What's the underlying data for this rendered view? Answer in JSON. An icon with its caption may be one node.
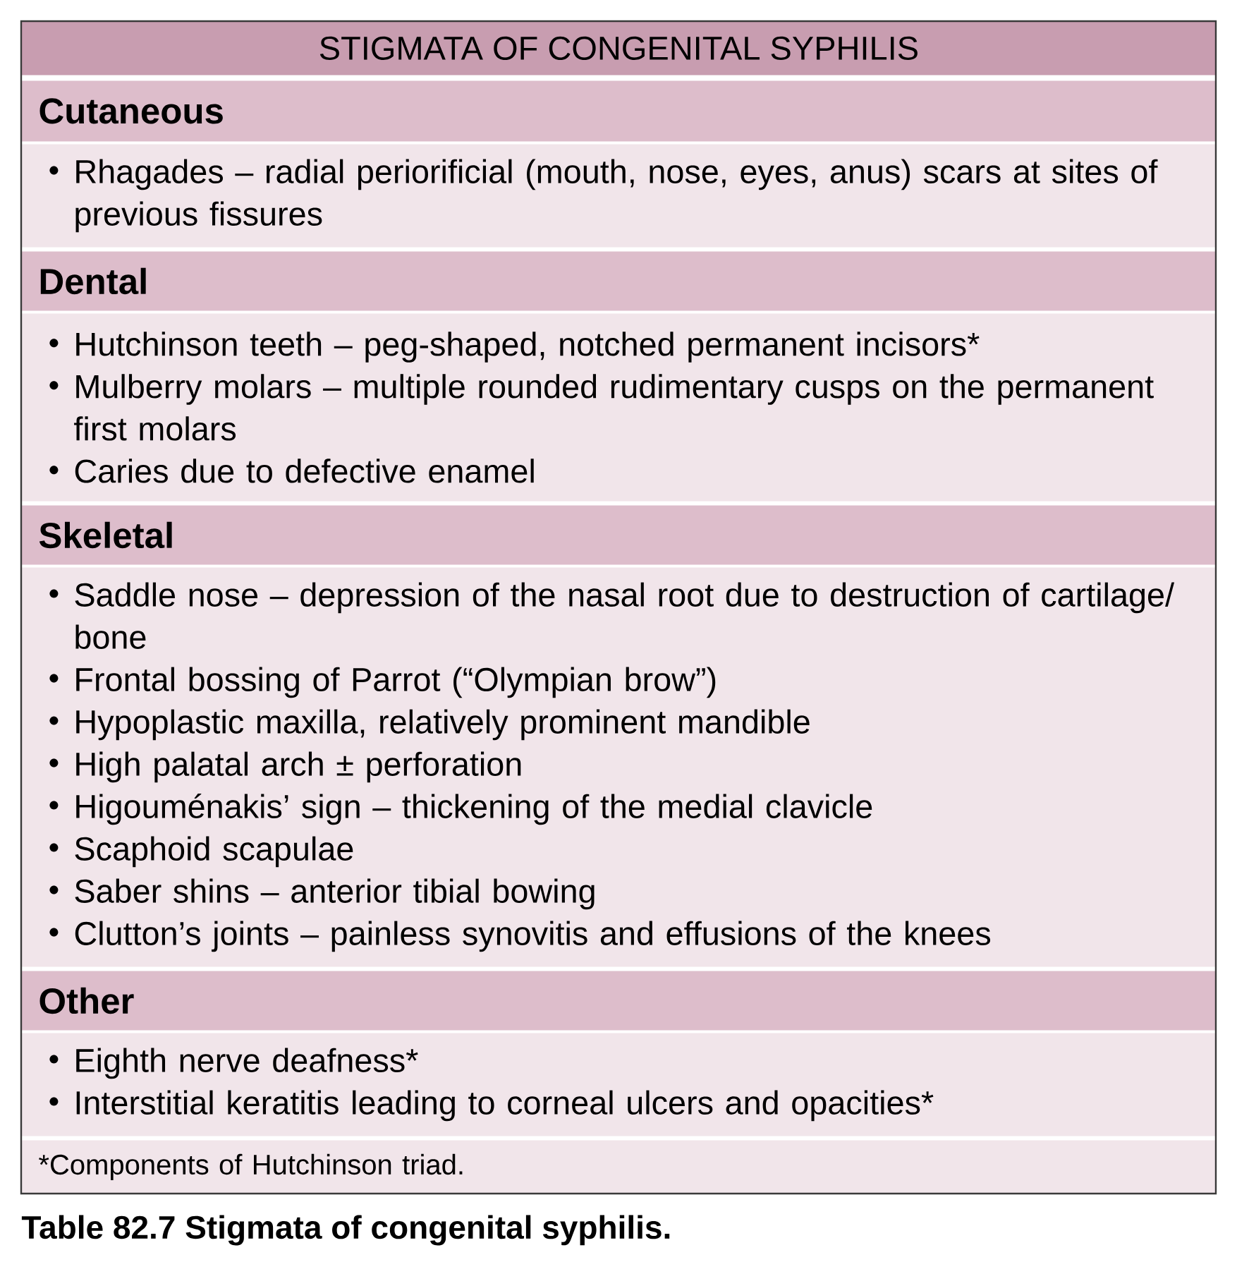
{
  "diagram": {
    "title": "STIGMATA OF CONGENITAL SYPHILIS",
    "nodes": [
      {
        "text": [
          "Cutaneous"
        ]
      },
      {
        "text": [
          "Rhagades – radial periorificial (mouth, nose, eyes, anus) scars at sites of previous fissures"
        ]
      },
      {
        "text": [
          "Dental"
        ]
      },
      {
        "text": [
          "Hutchinson teeth – peg-shaped, notched permanent incisors*",
          "Mulberry molars – multiple rounded rudimentary cusps on the permanent first molars",
          "Caries due to defective enamel"
        ]
      },
      {
        "text": [
          "Skeletal"
        ]
      },
      {
        "text": [
          "Saddle nose – depression of the nasal root due to destruction of cartilage/ bone",
          "Frontal bossing of Parrot (“Olympian brow”)",
          "Hypoplastic maxilla, relatively prominent mandible",
          "High palatal arch ± perforation",
          "Higouménakis’ sign – thickening of the medial clavicle",
          "Scaphoid scapulae",
          "Saber shins – anterior tibial bowing",
          "Clutton’s joints – painless synovitis and effusions of the knees"
        ]
      },
      {
        "text": [
          "Other"
        ]
      },
      {
        "text": [
          "Eighth nerve deafness*",
          "Interstitial keratitis leading to corneal ulcers and opacities*"
        ]
      }
    ],
    "labels": [
      "*Components of Hutchinson triad."
    ],
    "caption": "Table 82.7 Stigmata of congenital syphilis."
  }
}
